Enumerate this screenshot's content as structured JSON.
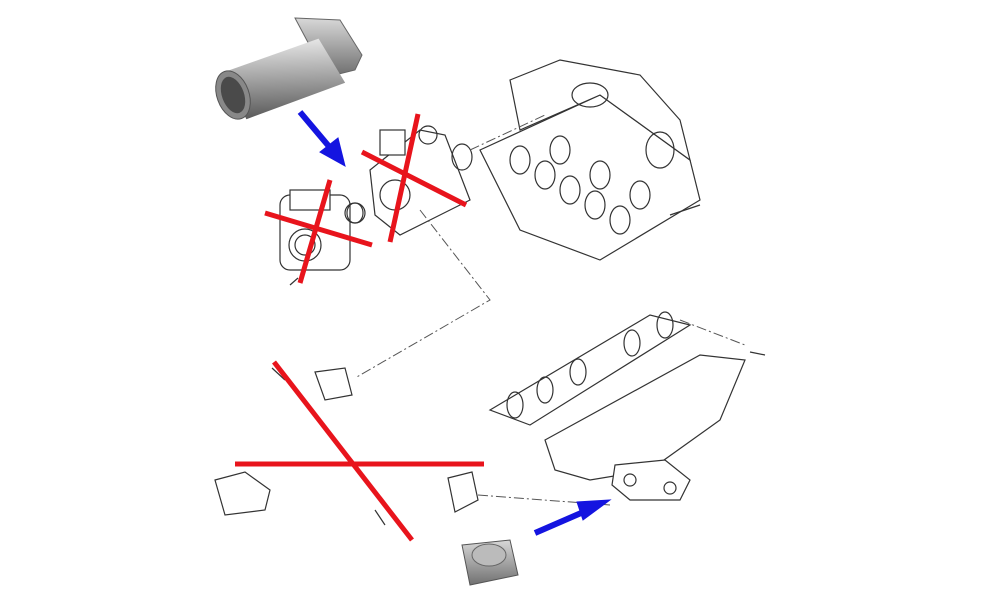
{
  "colors": {
    "cross_out": "#e8141c",
    "arrow": "#1414e0",
    "metal": "#9a9a9a",
    "linework": "#333333"
  },
  "parts": {
    "added": [
      "egr-replacement-pipe",
      "egr-blanking-plate"
    ],
    "removed": [
      "throttle-body",
      "egr-valve",
      "egr-cooler-pipe"
    ]
  }
}
